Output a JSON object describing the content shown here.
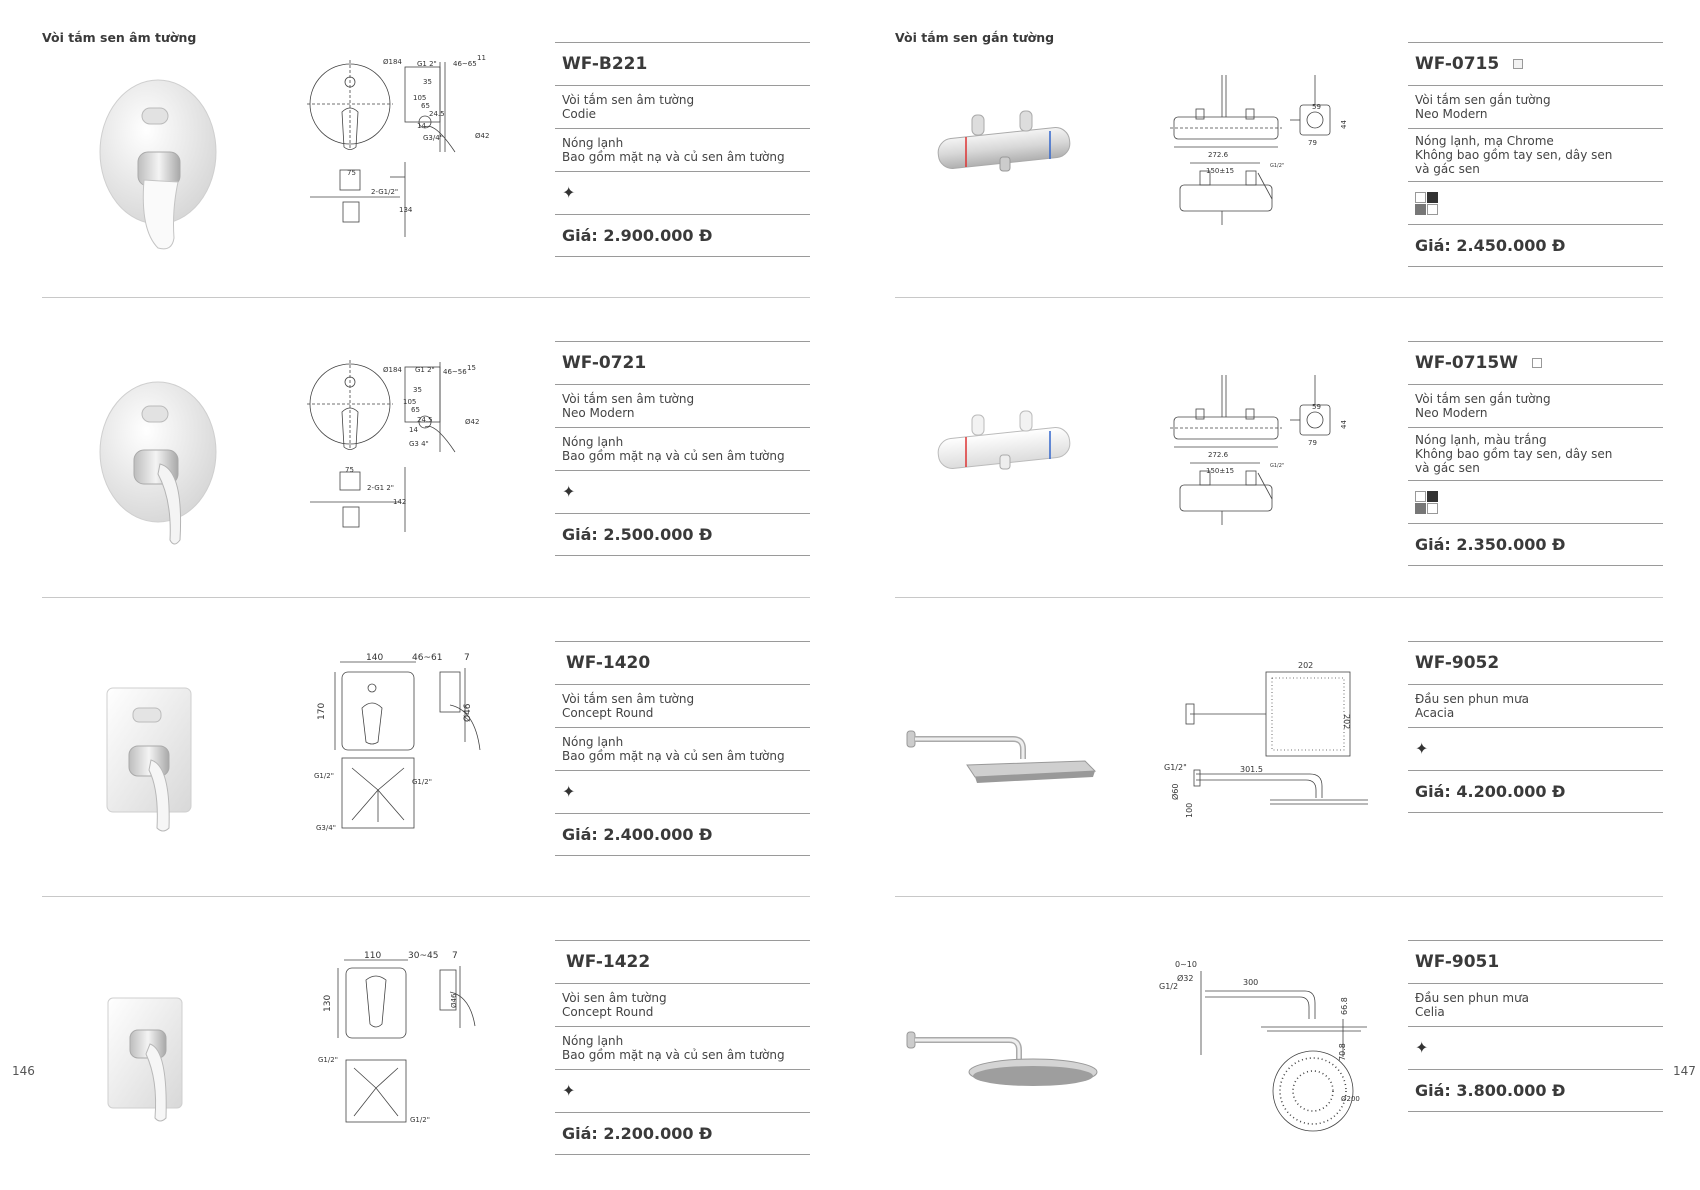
{
  "left_page": {
    "section_title": "Vòi tắm sen âm tường",
    "page_number": "146",
    "products": [
      {
        "code": "WF-B221",
        "type": "Vòi tắm sen âm tường",
        "series": "Codie",
        "features": [
          "Nóng lạnh",
          "Bao gồm mặt nạ và củ sen âm tường"
        ],
        "icon": "sparkle-icon",
        "price": "Giá: 2.900.000 Đ"
      },
      {
        "code": "WF-0721",
        "type": "Vòi tắm sen âm tường",
        "series": "Neo Modern",
        "features": [
          "Nóng lạnh",
          "Bao gồm mặt nạ và củ sen âm tường"
        ],
        "icon": "sparkle-icon",
        "price": "Giá: 2.500.000 Đ"
      },
      {
        "code": "WF-1420",
        "type": "Vòi tắm sen âm tường",
        "series": "Concept Round",
        "features": [
          "Nóng lạnh",
          "Bao gồm mặt nạ và củ sen âm tường"
        ],
        "icon": "sparkle-icon",
        "price": "Giá: 2.400.000 Đ"
      },
      {
        "code": "WF-1422",
        "type": "Vòi sen âm tường",
        "series": "Concept Round",
        "features": [
          "Nóng lạnh",
          "Bao gồm mặt nạ và củ sen âm tường"
        ],
        "icon": "sparkle-icon",
        "price": "Giá: 2.200.000 Đ"
      }
    ],
    "drawings": {
      "b221": {
        "d1": "Ø184",
        "d2": "G1 2\"",
        "d3": "46~65",
        "d4": "11",
        "d5": "35",
        "d6": "105",
        "d7": "65",
        "d8": "14",
        "d9": "24.5",
        "d10": "G3/4\"",
        "d11": "Ø42",
        "d12": "75",
        "d13": "2-G1/2\"",
        "d14": "134"
      },
      "w0721": {
        "d1": "Ø184",
        "d2": "G1 2\"",
        "d3": "46~56",
        "d4": "15",
        "d5": "35",
        "d6": "105",
        "d7": "65",
        "d8": "14",
        "d9": "24.5",
        "d10": "G3 4\"",
        "d11": "Ø42",
        "d12": "75",
        "d13": "2-G1 2\"",
        "d14": "142"
      },
      "w1420": {
        "d1": "140",
        "d2": "46~61",
        "d3": "7",
        "d4": "170",
        "d5": "Ø46",
        "d6": "G1/2\"",
        "d7": "G1/2\"",
        "d8": "G3/4\""
      },
      "w1422": {
        "d1": "110",
        "d2": "30~45",
        "d3": "7",
        "d4": "130",
        "d5": "Ø46",
        "d6": "G1/2\"",
        "d7": "G1/2\""
      }
    }
  },
  "right_page": {
    "section_title": "Vòi tắm sen gắn tường",
    "page_number": "147",
    "products": [
      {
        "code": "WF-0715",
        "type": "Vòi tắm sen gắn tường",
        "series": "Neo Modern",
        "features": [
          "Nóng lạnh, mạ Chrome",
          "Không bao gồm tay sen, dây sen",
          "và gác sen"
        ],
        "icon": "color-grid-icon",
        "price": "Giá: 2.450.000 Đ"
      },
      {
        "code": "WF-0715W",
        "type": "Vòi tắm sen gắn tường",
        "series": "Neo Modern",
        "features": [
          "Nóng lạnh, màu trắng",
          "Không bao gồm tay sen, dây sen",
          "và gác sen"
        ],
        "icon": "color-grid-icon",
        "price": "Giá: 2.350.000 Đ"
      },
      {
        "code": "WF-9052",
        "type": "Đầu sen phun mưa",
        "series": "Acacia",
        "features": [],
        "icon": "sparkle-icon",
        "price": "Giá: 4.200.000 Đ"
      },
      {
        "code": "WF-9051",
        "type": "Đầu sen phun mưa",
        "series": "Celia",
        "features": [],
        "icon": "sparkle-icon",
        "price": "Giá: 3.800.000 Đ"
      }
    ],
    "drawings": {
      "w0715": {
        "d1": "272.6",
        "d2": "150±15",
        "d3": "59",
        "d4": "79",
        "d5": "44",
        "d6": "G1/2\""
      },
      "w0715w": {
        "d1": "272.6",
        "d2": "150±15",
        "d3": "59",
        "d4": "79",
        "d5": "44",
        "d6": "G1/2\""
      },
      "w9052": {
        "d1": "202",
        "d2": "202",
        "d3": "301.5",
        "d4": "G1/2\"",
        "d5": "Ø60",
        "d6": "100"
      },
      "w9051": {
        "d1": "0~10",
        "d2": "Ø32",
        "d3": "G1/2",
        "d4": "300",
        "d5": "66.8",
        "d6": "70.8",
        "d7": "Ø200"
      }
    }
  },
  "colors": {
    "chrome": "#d8d8d8",
    "white_finish": "#ffffff",
    "rule": "#9a9a9a",
    "text": "#3a3a3a"
  }
}
